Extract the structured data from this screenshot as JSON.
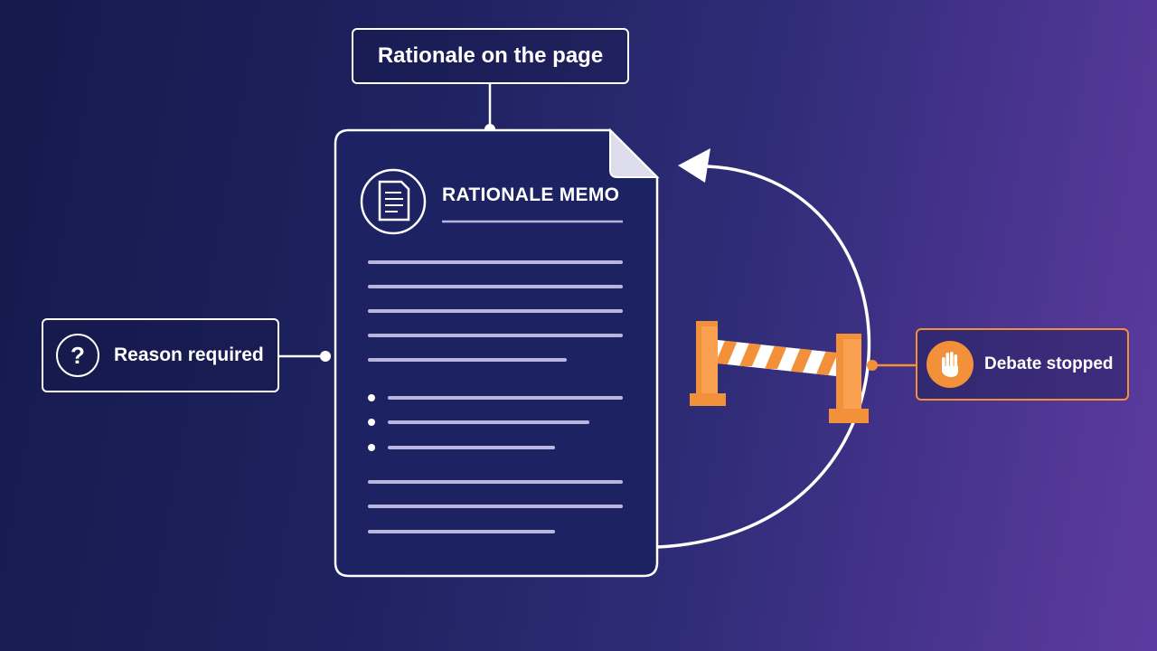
{
  "top_label": {
    "text": "Rationale on the page"
  },
  "document": {
    "title": "RATIONALE MEMO",
    "icon": "document-icon"
  },
  "left_label": {
    "text": "Reason required",
    "icon": "question-icon"
  },
  "right_label": {
    "text": "Debate stopped",
    "icon": "hand-stop-icon"
  },
  "barrier": {
    "icon": "road-barrier-icon"
  },
  "colors": {
    "stroke": "#ffffff",
    "line": "#b9b7e0",
    "accent": "#f2913a",
    "stripe": "#ffffff",
    "bg_start": "#151a4c",
    "bg_end": "#5d3ba0"
  }
}
